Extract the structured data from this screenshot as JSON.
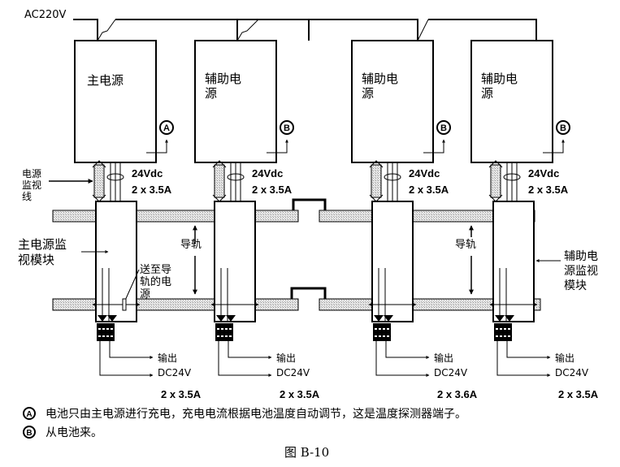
{
  "supply_label": "AC220V",
  "units": [
    {
      "name_line1": "主电源",
      "name_line2": "",
      "marker": "A",
      "dc_label": "24Vdc",
      "dc_current": "2 x 3.5A",
      "out_line1": "输出",
      "out_line2": "DC24V",
      "out_current": "2 x 3.5A"
    },
    {
      "name_line1": "辅助电",
      "name_line2": "源",
      "marker": "B",
      "dc_label": "24Vdc",
      "dc_current": "2 x 3.5A",
      "out_line1": "输出",
      "out_line2": "DC24V",
      "out_current": "2 x 3.5A"
    },
    {
      "name_line1": "辅助电",
      "name_line2": "源",
      "marker": "B",
      "dc_label": "24Vdc",
      "dc_current": "2 x 3.5A",
      "out_line1": "输出",
      "out_line2": "DC24V",
      "out_current": "2 x 3.6A"
    },
    {
      "name_line1": "辅助电",
      "name_line2": "源",
      "marker": "B",
      "dc_label": "24Vdc",
      "dc_current": "2 x 3.5A",
      "out_line1": "输出",
      "out_line2": "DC24V",
      "out_current": "2 x 3.5A"
    }
  ],
  "labels": {
    "monitor_cable": [
      "电源",
      "监视",
      "线"
    ],
    "main_module": [
      "主电源监",
      "视模块"
    ],
    "rail_power": [
      "送至导",
      "轨的电",
      "源"
    ],
    "rail_1": "导轨",
    "rail_2": "导轨",
    "aux_module": [
      "辅助电",
      "源监视",
      "模块"
    ]
  },
  "legend": [
    {
      "marker": "A",
      "text": "电池只由主电源进行充电，充电电流根据电池温度自动调节，这是温度探测器端子。"
    },
    {
      "marker": "B",
      "text": "从电池来。"
    }
  ],
  "caption": "图 B-10"
}
